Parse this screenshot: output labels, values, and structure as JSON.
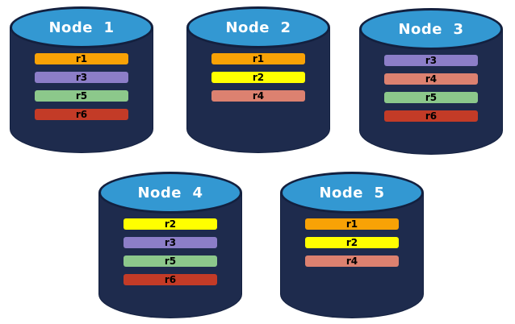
{
  "diagram": {
    "kind": "database-replica-distribution"
  },
  "colors": {
    "background": "#ffffff",
    "cylinder_body": "#1E2B4D",
    "cylinder_outline": "#13203F",
    "cylinder_top": "#3398D2",
    "node_label_text": "#ffffff",
    "replica_label_text": "#000000"
  },
  "replica_colors": {
    "r1": "#F8A206",
    "r2": "#FFFF00",
    "r3": "#8C7EC8",
    "r4": "#DC8170",
    "r5": "#8CC88B",
    "r6": "#C33B27"
  },
  "nodes": [
    {
      "label": "Node  1",
      "replicas": [
        "r1",
        "r3",
        "r5",
        "r6"
      ]
    },
    {
      "label": "Node  2",
      "replicas": [
        "r1",
        "r2",
        "r4"
      ]
    },
    {
      "label": "Node  3",
      "replicas": [
        "r3",
        "r4",
        "r5",
        "r6"
      ]
    },
    {
      "label": "Node  4",
      "replicas": [
        "r2",
        "r3",
        "r5",
        "r6"
      ]
    },
    {
      "label": "Node  5",
      "replicas": [
        "r1",
        "r2",
        "r4"
      ]
    }
  ]
}
